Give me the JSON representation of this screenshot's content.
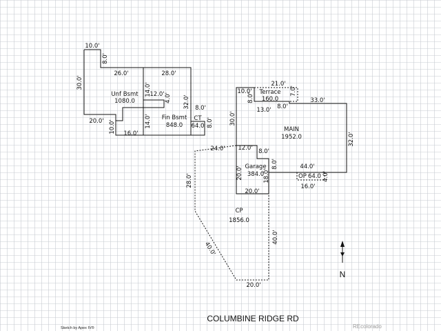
{
  "sketch": {
    "areas": {
      "unf_bsmt": {
        "name": "Unf Bsmt",
        "value": "1080.0"
      },
      "fin_bsmt": {
        "name": "Fin Bsmt",
        "value": "848.0"
      },
      "ct": {
        "name": "CT",
        "value": "64.0"
      },
      "terrace": {
        "name": "Terrace",
        "value": "160.0"
      },
      "main": {
        "name": "MAIN",
        "value": "1952.0"
      },
      "garage": {
        "name": "Garage",
        "value": "384.0"
      },
      "op": {
        "name": "OP",
        "value": "64.0"
      },
      "cp": {
        "name": "CP",
        "value": "1856.0"
      }
    },
    "dims": {
      "unf_top": "10.0'",
      "unf_step_v": "8.0'",
      "unf_left": "30.0'",
      "unf_mid_top": "26.0'",
      "unf_bottom_left": "20.0'",
      "unf_bottom_drop": "10.0'",
      "unf_bottom_right": "16.0'",
      "fin_top": "28.0'",
      "fin_notch_top": "14.0'",
      "fin_notch_w": "12.0'",
      "fin_notch_v": "4.0'",
      "fin_notch_bottom": "14.0'",
      "fin_right": "32.0'",
      "ct_top": "8.0'",
      "ct_right": "8.0'",
      "main_left": "30.0'",
      "main_nw_top": "10.0'",
      "main_nw_drop": "8.0'",
      "terrace_top": "21.0'",
      "terrace_right": "7.0'",
      "terrace_bottom": "13.0'",
      "main_step_v": "8.0'",
      "main_top_right": "33.0'",
      "main_right": "32.0'",
      "main_bottom": "44.0'",
      "main_inner_w": "12.0'",
      "main_inner_h": "8.0'",
      "garage_v": "8.0'",
      "garage_left": "20.0'",
      "garage_inner_right": "18.0'",
      "garage_bottom": "20.0'",
      "op_bottom": "16.0'",
      "op_right": "4.0'",
      "cp_top": "24.0'",
      "cp_left": "28.0'",
      "cp_diag": "40.0'",
      "cp_right": "40.0'",
      "cp_bottom": "20.0'"
    },
    "north_label": "N",
    "road_label": "COLUMBINE RIDGE RD",
    "credit": "Sketch by Apex IV®",
    "watermark": "REcolorado"
  }
}
